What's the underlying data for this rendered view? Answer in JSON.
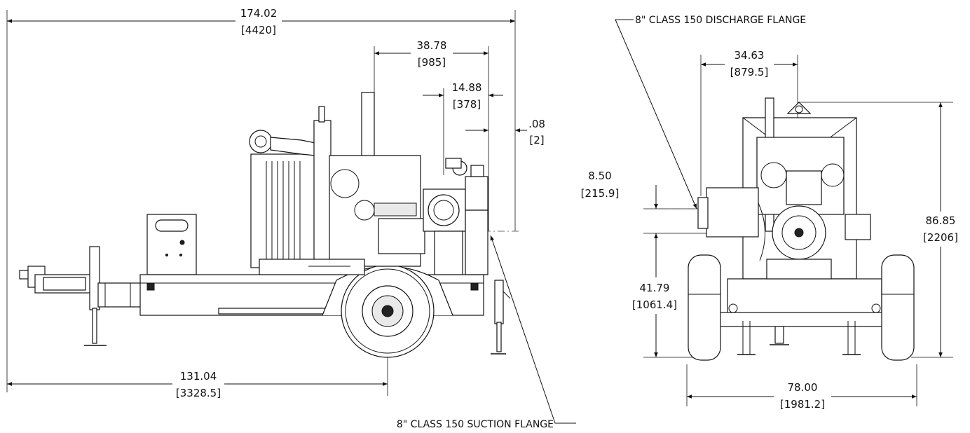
{
  "dimensions": {
    "overall_length": {
      "inch": "174.02",
      "mm": "[4420]"
    },
    "axle_to_hitch": {
      "inch": "131.04",
      "mm": "[3328.5]"
    },
    "engine_to_flange": {
      "inch": "38.78",
      "mm": "[985]"
    },
    "pump_to_flange": {
      "inch": "14.88",
      "mm": "[378]"
    },
    "flange_offset": {
      "inch": ".08",
      "mm": "[2]"
    },
    "discharge_width": {
      "inch": "34.63",
      "mm": "[879.5]"
    },
    "discharge_height_diff": {
      "inch": "8.50",
      "mm": "[215.9]"
    },
    "suction_height": {
      "inch": "41.79",
      "mm": "[1061.4]"
    },
    "overall_height": {
      "inch": "86.85",
      "mm": "[2206]"
    },
    "overall_width": {
      "inch": "78.00",
      "mm": "[1981.2]"
    }
  },
  "callouts": {
    "discharge": "8\" CLASS 150 DISCHARGE FLANGE",
    "suction": "8\" CLASS 150 SUCTION FLANGE"
  }
}
